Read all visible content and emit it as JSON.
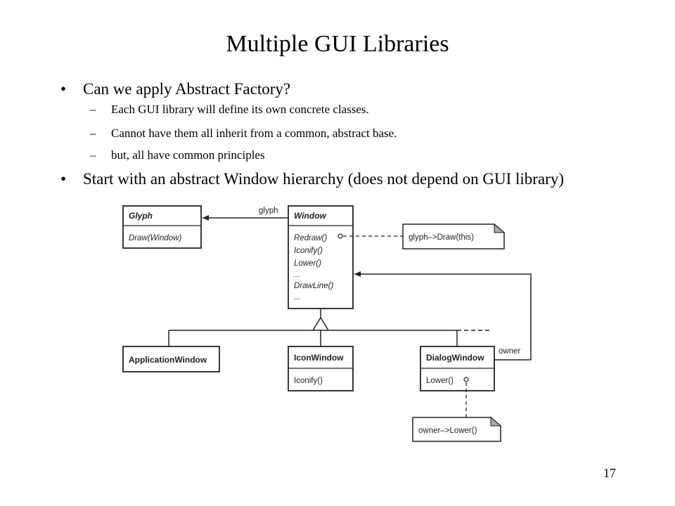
{
  "title": "Multiple GUI Libraries",
  "bullets": [
    {
      "text": "Can we apply Abstract Factory?",
      "subs": [
        "Each GUI library will define its own concrete classes.",
        "Cannot have them all inherit from a common, abstract base.",
        "but, all have common principles"
      ]
    },
    {
      "text": "Start with an abstract Window hierarchy (does not depend on GUI library)"
    }
  ],
  "bullet_char": "•",
  "dash_char": "–",
  "diagram": {
    "glyph_class": {
      "name": "Glyph",
      "ops": [
        "Draw(Window)"
      ]
    },
    "window_class": {
      "name": "Window",
      "ops": [
        "Redraw()",
        "Iconify()",
        "Lower()",
        "...",
        "DrawLine()",
        "..."
      ]
    },
    "application_window": {
      "name": "ApplicationWindow"
    },
    "icon_window": {
      "name": "IconWindow",
      "ops": [
        "Iconify()"
      ]
    },
    "dialog_window": {
      "name": "DialogWindow",
      "ops": [
        "Lower()"
      ]
    },
    "glyph_assoc_label": "glyph",
    "owner_assoc_label": "owner",
    "note_redraw": "glyph–>Draw(this)",
    "note_lower": "owner–>Lower()"
  },
  "page_number": "17"
}
